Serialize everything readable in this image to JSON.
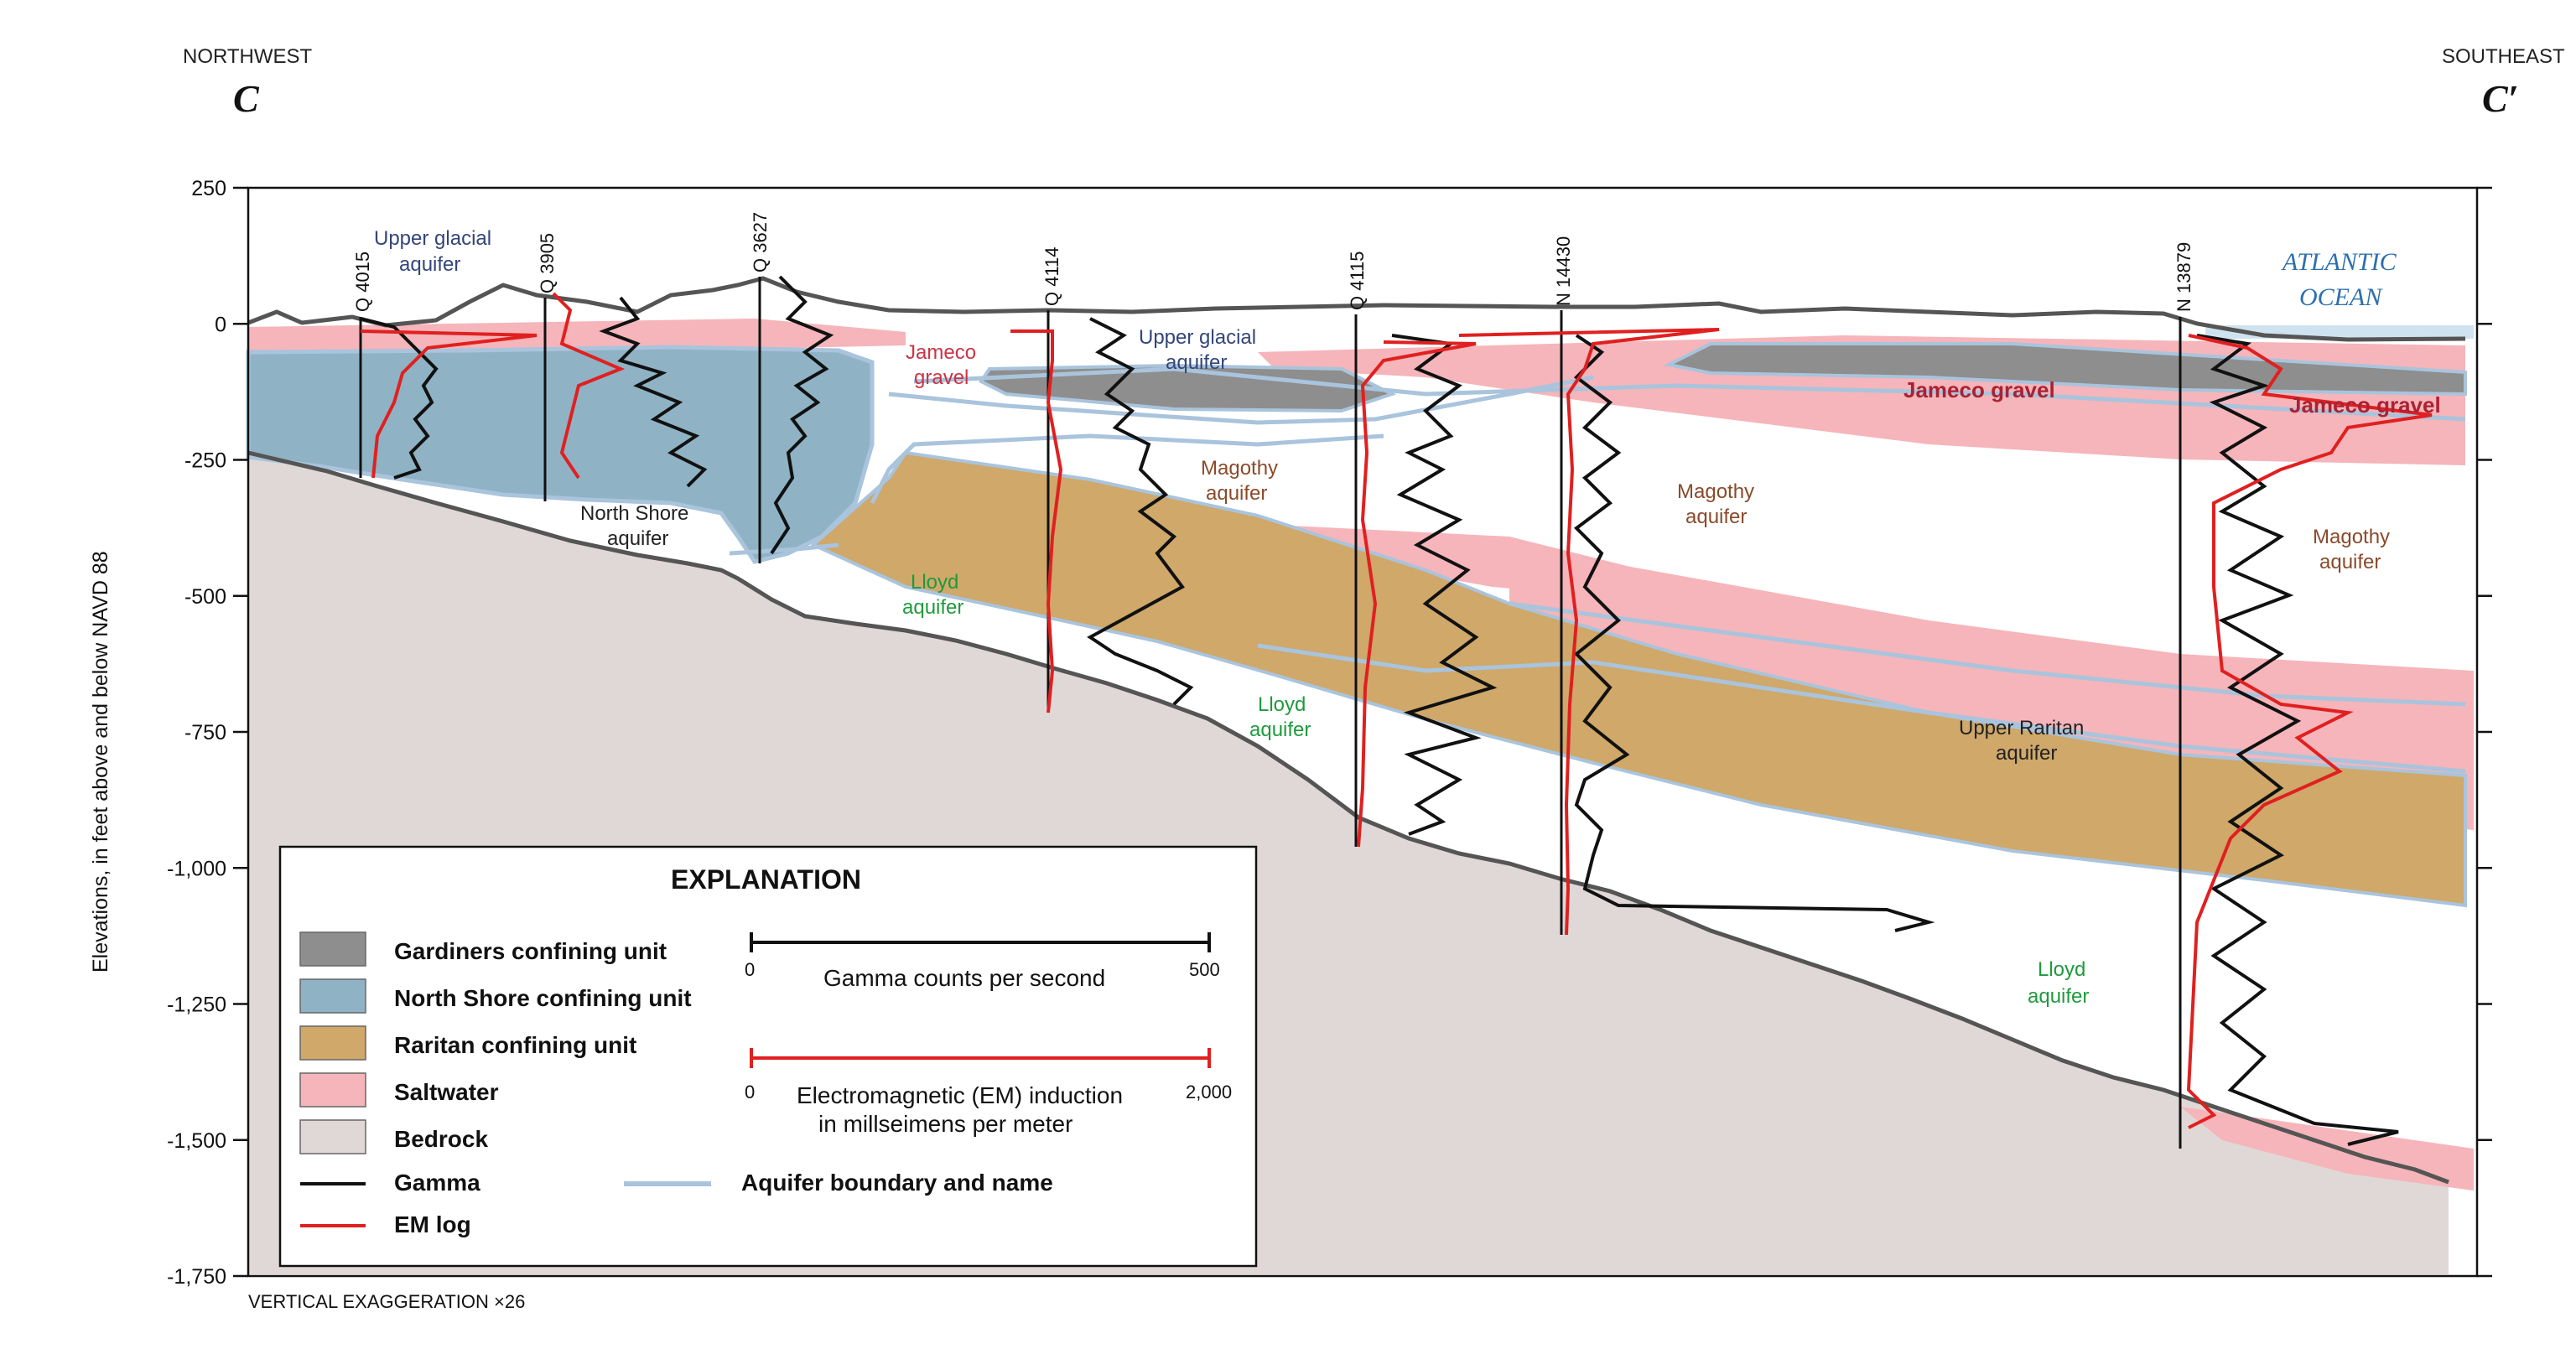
{
  "header": {
    "left_direction": "NORTHWEST",
    "left_letter": "C",
    "right_direction": "SOUTHEAST",
    "right_letter": "C′"
  },
  "axis": {
    "ylabel": "Elevations, in feet above and below NAVD 88",
    "ticks": [
      "250",
      "0",
      "-250",
      "-500",
      "-750",
      "-1,000",
      "-1,250",
      "-1,500",
      "-1,750"
    ],
    "tick_values": [
      250,
      0,
      -250,
      -500,
      -750,
      -1000,
      -1250,
      -1500,
      -1750
    ]
  },
  "wells": [
    "Q 4015",
    "Q 3905",
    "Q 3627",
    "Q 4114",
    "Q 4115",
    "N 14430",
    "N 13879"
  ],
  "labels": {
    "upper_glacial_1": [
      "Upper glacial",
      "aquifer"
    ],
    "upper_glacial_2": [
      "Upper glacial",
      "aquifer"
    ],
    "jameco_1": [
      "Jameco",
      "gravel"
    ],
    "jameco_2": "Jameco gravel",
    "jameco_3": "Jameco gravel",
    "north_shore": [
      "North Shore",
      "aquifer"
    ],
    "magothy_1": [
      "Magothy",
      "aquifer"
    ],
    "magothy_2": [
      "Magothy",
      "aquifer"
    ],
    "magothy_3": [
      "Magothy",
      "aquifer"
    ],
    "lloyd_1": [
      "Lloyd",
      "aquifer"
    ],
    "lloyd_2": [
      "Lloyd",
      "aquifer"
    ],
    "lloyd_3": [
      "Lloyd",
      "aquifer"
    ],
    "upper_raritan": [
      "Upper Raritan",
      "aquifer"
    ],
    "ocean": [
      "ATLANTIC",
      "OCEAN"
    ]
  },
  "legend": {
    "title": "EXPLANATION",
    "items": [
      {
        "label": "Gardiners confining unit",
        "color": "#8e8e8e"
      },
      {
        "label": "North Shore confining unit",
        "color": "#8fb3c4"
      },
      {
        "label": "Raritan confining unit",
        "color": "#cfa86a"
      },
      {
        "label": "Saltwater",
        "color": "#f5b5ba"
      },
      {
        "label": "Bedrock",
        "color": "#e0d8d6"
      },
      {
        "label": "Gamma",
        "color": "#111111"
      },
      {
        "label": "EM log",
        "color": "#e02020"
      }
    ],
    "gamma_scale": {
      "label": "Gamma counts per second",
      "min": "0",
      "max": "500"
    },
    "em_scale": {
      "label": [
        "Electromagnetic (EM) induction",
        "in millseimens per meter"
      ],
      "min": "0",
      "max": "2,000"
    },
    "aquifer_boundary": {
      "label": "Aquifer boundary and name",
      "color": "#a9c4dc"
    }
  },
  "footnote": "VERTICAL EXAGGERATION ×26",
  "colors": {
    "gardiners": "#8e8e8e",
    "north_shore": "#8fb3c4",
    "raritan": "#cfa86a",
    "saltwater": "#f5b5ba",
    "bedrock": "#e0d8d6",
    "gamma": "#111111",
    "em": "#e02020",
    "aquifer_boundary": "#a9c4dc",
    "ocean_fill": "#cfe2f0"
  }
}
